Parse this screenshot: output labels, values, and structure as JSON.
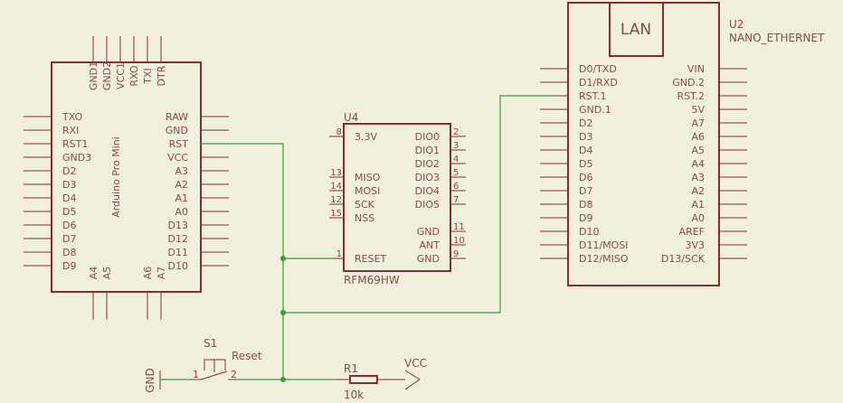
{
  "arduino": {
    "name": "Arduino Pro Mini",
    "left_pins": [
      "TXO",
      "RXI",
      "RST1",
      "GND3",
      "D2",
      "D3",
      "D4",
      "D5",
      "D6",
      "D7",
      "D8",
      "D9"
    ],
    "right_pins": [
      "RAW",
      "GND",
      "RST",
      "VCC",
      "A3",
      "A2",
      "A1",
      "A0",
      "D13",
      "D12",
      "D11",
      "D10"
    ],
    "top_pins": [
      "GND1",
      "GND2",
      "VCC1",
      "RXO",
      "TXI",
      "DTR"
    ],
    "bottom_pins": [
      "A4",
      "A5",
      "A6",
      "A7"
    ]
  },
  "rfm": {
    "ref": "U4",
    "value": "RFM69HW",
    "left_pins": [
      {
        "num": "8",
        "name": "3.3V"
      },
      {
        "num": "13",
        "name": "MISO"
      },
      {
        "num": "14",
        "name": "MOSI"
      },
      {
        "num": "12",
        "name": "SCK"
      },
      {
        "num": "15",
        "name": "NSS"
      },
      {
        "num": "1",
        "name": "RESET"
      }
    ],
    "right_pins": [
      {
        "num": "2",
        "name": "DIO0"
      },
      {
        "num": "3",
        "name": "DIO1"
      },
      {
        "num": "4",
        "name": "DIO2"
      },
      {
        "num": "5",
        "name": "DIO3"
      },
      {
        "num": "6",
        "name": "DIO4"
      },
      {
        "num": "7",
        "name": "DIO5"
      },
      {
        "num": "11",
        "name": "GND"
      },
      {
        "num": "10",
        "name": "ANT"
      },
      {
        "num": "9",
        "name": "GND"
      }
    ]
  },
  "nano": {
    "ref": "U2",
    "value": "NANO_ETHERNET",
    "lan_label": "LAN",
    "left_pins": [
      "D0/TXD",
      "D1/RXD",
      "RST.1",
      "GND.1",
      "D2",
      "D3",
      "D4",
      "D5",
      "D6",
      "D7",
      "D8",
      "D9",
      "D10",
      "D11/MOSI",
      "D12/MISO"
    ],
    "right_pins": [
      "VIN",
      "GND.2",
      "RST.2",
      "5V",
      "A7",
      "A6",
      "A5",
      "A4",
      "A3",
      "A2",
      "A1",
      "A0",
      "AREF",
      "3V3",
      "D13/SCK"
    ]
  },
  "switch": {
    "ref": "S1",
    "value": "Reset",
    "pin1": "1",
    "pin2": "2"
  },
  "resistor": {
    "ref": "R1",
    "value": "10k"
  },
  "gnd_label": "GND",
  "vcc_label": "VCC",
  "colors": {
    "symbol": "#8b2c2c",
    "text": "#8a4a4a",
    "wire": "#3c9a3c",
    "background": "#f0f0dc"
  }
}
